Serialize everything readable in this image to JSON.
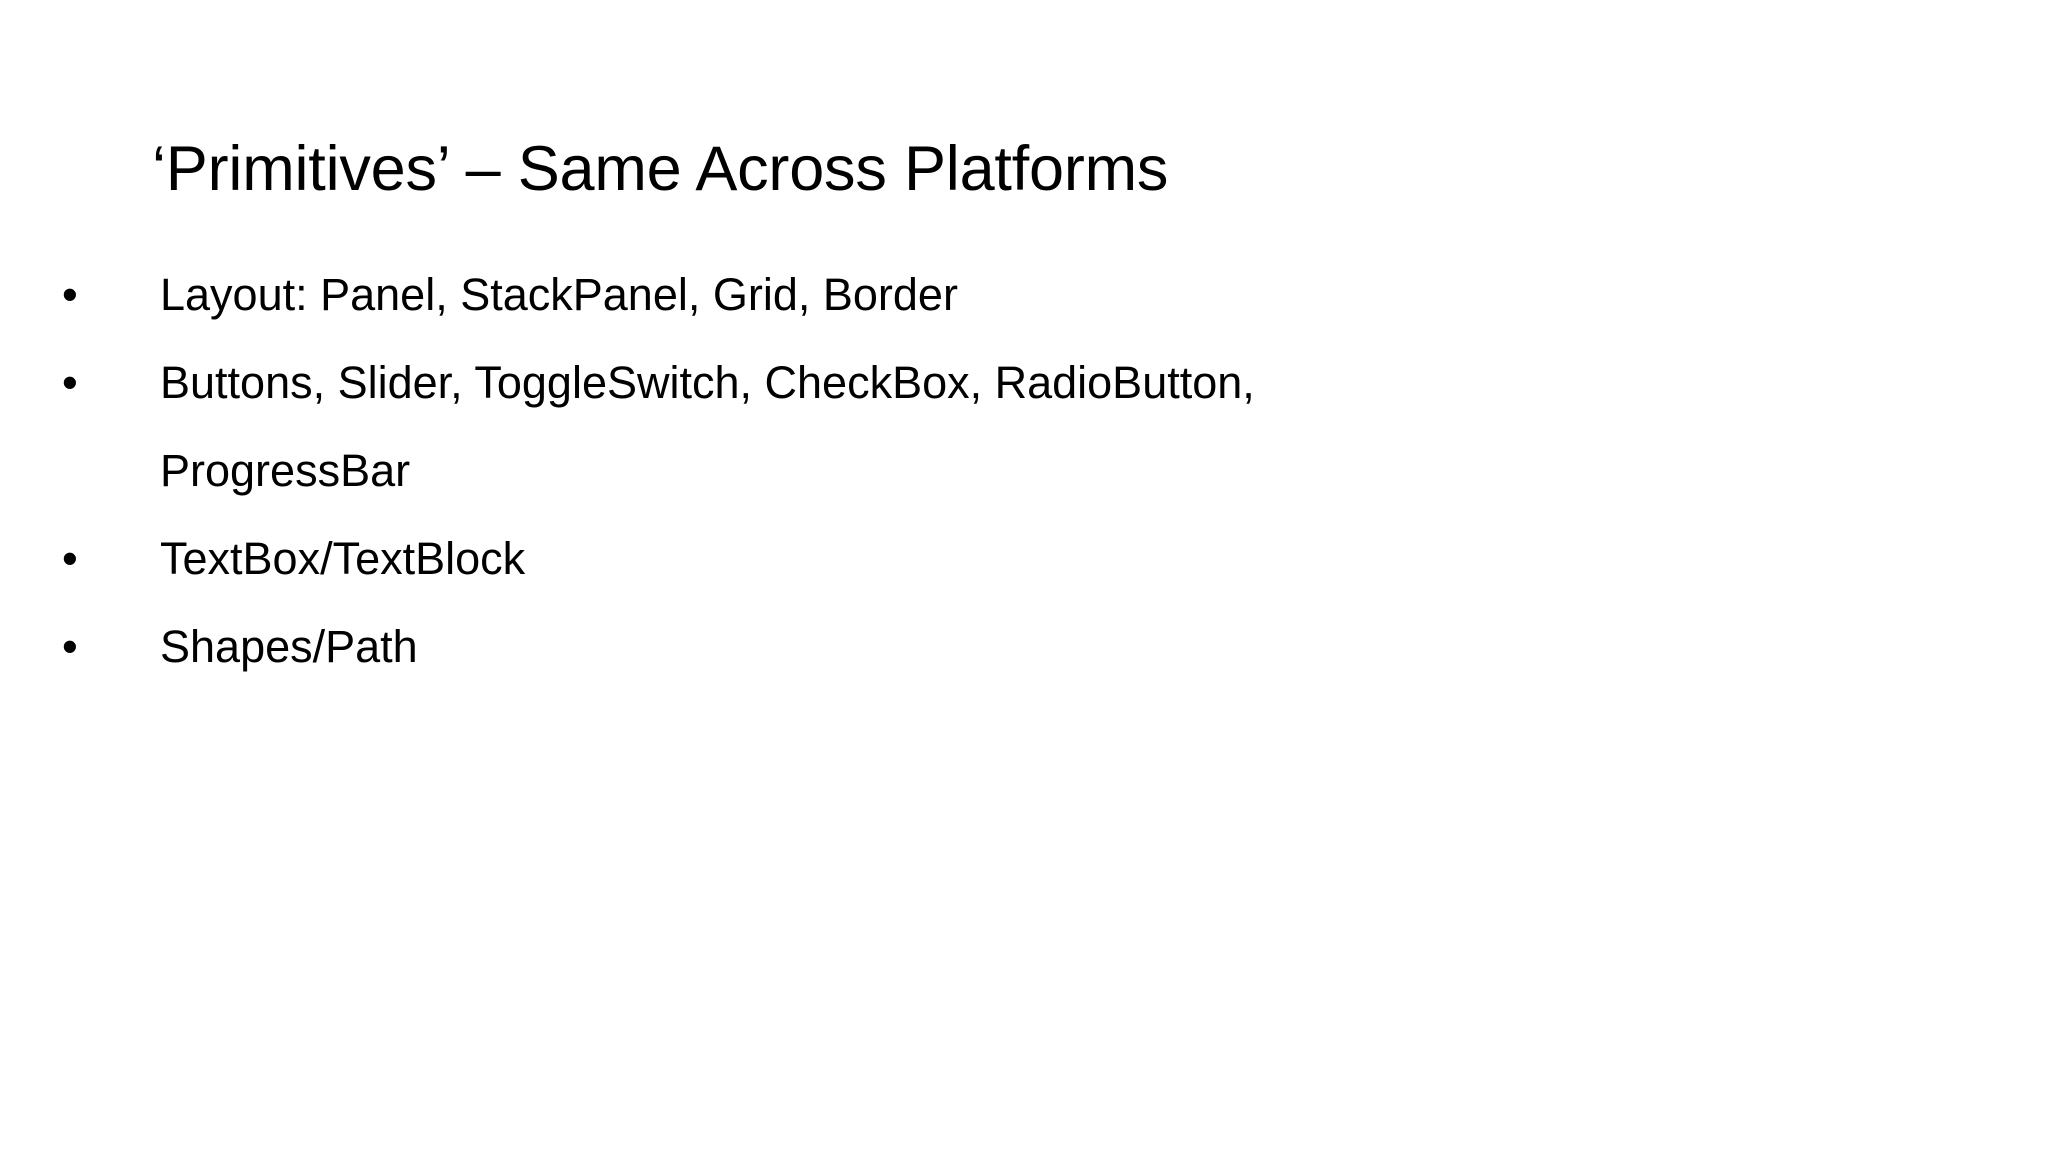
{
  "slide": {
    "background_color": "#ffffff",
    "text_color": "#000000",
    "title": "‘Primitives’ – Same Across Platforms",
    "bullet_glyph": "•",
    "bullets": [
      {
        "text": "Layout: Panel, StackPanel, Grid, Border",
        "wrapped_line": ""
      },
      {
        "text": "Buttons, Slider, ToggleSwitch, CheckBox, RadioButton,",
        "wrapped_line": "ProgressBar"
      },
      {
        "text": "TextBox/TextBlock",
        "wrapped_line": ""
      },
      {
        "text": "Shapes/Path",
        "wrapped_line": ""
      }
    ]
  }
}
